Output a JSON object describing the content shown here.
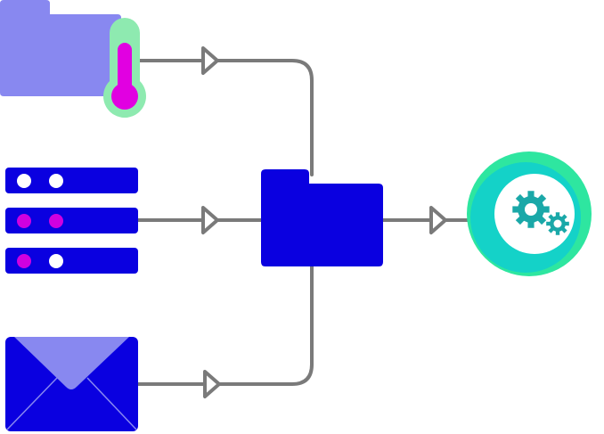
{
  "diagram": {
    "sources": [
      {
        "id": "folder-sensor",
        "icon": "folder-thermometer-icon"
      },
      {
        "id": "server-rack",
        "icon": "server-rack-icon"
      },
      {
        "id": "email",
        "icon": "envelope-icon"
      }
    ],
    "hub": {
      "icon": "folder-icon"
    },
    "destination": {
      "icon": "gears-processing-icon"
    }
  },
  "colors": {
    "connector": "#7a7a7a",
    "folder_light": "#8888f0",
    "thermometer_bg": "#8eeab0",
    "thermometer_fill": "#e100e1",
    "server_unit": "#0a00e0",
    "led_white": "#ffffff",
    "led_magenta": "#d000e0",
    "envelope_body": "#0a00e0",
    "envelope_flap": "#8888f0",
    "hub_folder": "#0a00e0",
    "ring_outer": "#2ee6a0",
    "ring_inner": "#14d2c8",
    "gear": "#1aa8a8"
  }
}
